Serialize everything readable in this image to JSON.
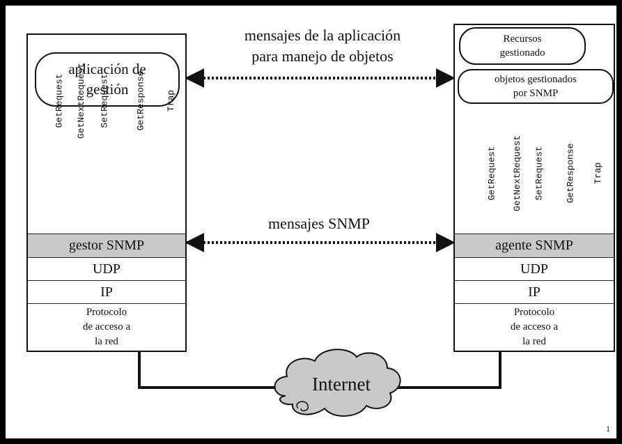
{
  "top_message": "mensajes de la aplicación\npara manejo de objetos",
  "mid_message": "mensajes SNMP",
  "manager": {
    "app": "aplicación de\ngestión",
    "traps": [
      "GetRequest",
      "GetNextRequest",
      "SetRequest",
      "GetResponse",
      "Trap"
    ],
    "snmp": "gestor SNMP",
    "udp": "UDP",
    "ip": "IP",
    "access": "Protocolo\nde acceso a\nla red"
  },
  "agent": {
    "resources": "Recursos\ngestionado",
    "objects": "objetos gestionados\npor SNMP",
    "traps": [
      "GetRequest",
      "GetNextRequest",
      "SetRequest",
      "GetResponse",
      "Trap"
    ],
    "snmp": "agente SNMP",
    "udp": "UDP",
    "ip": "IP",
    "access": "Protocolo\nde acceso a\nla red"
  },
  "internet": "Internet",
  "corner_mark": "1"
}
